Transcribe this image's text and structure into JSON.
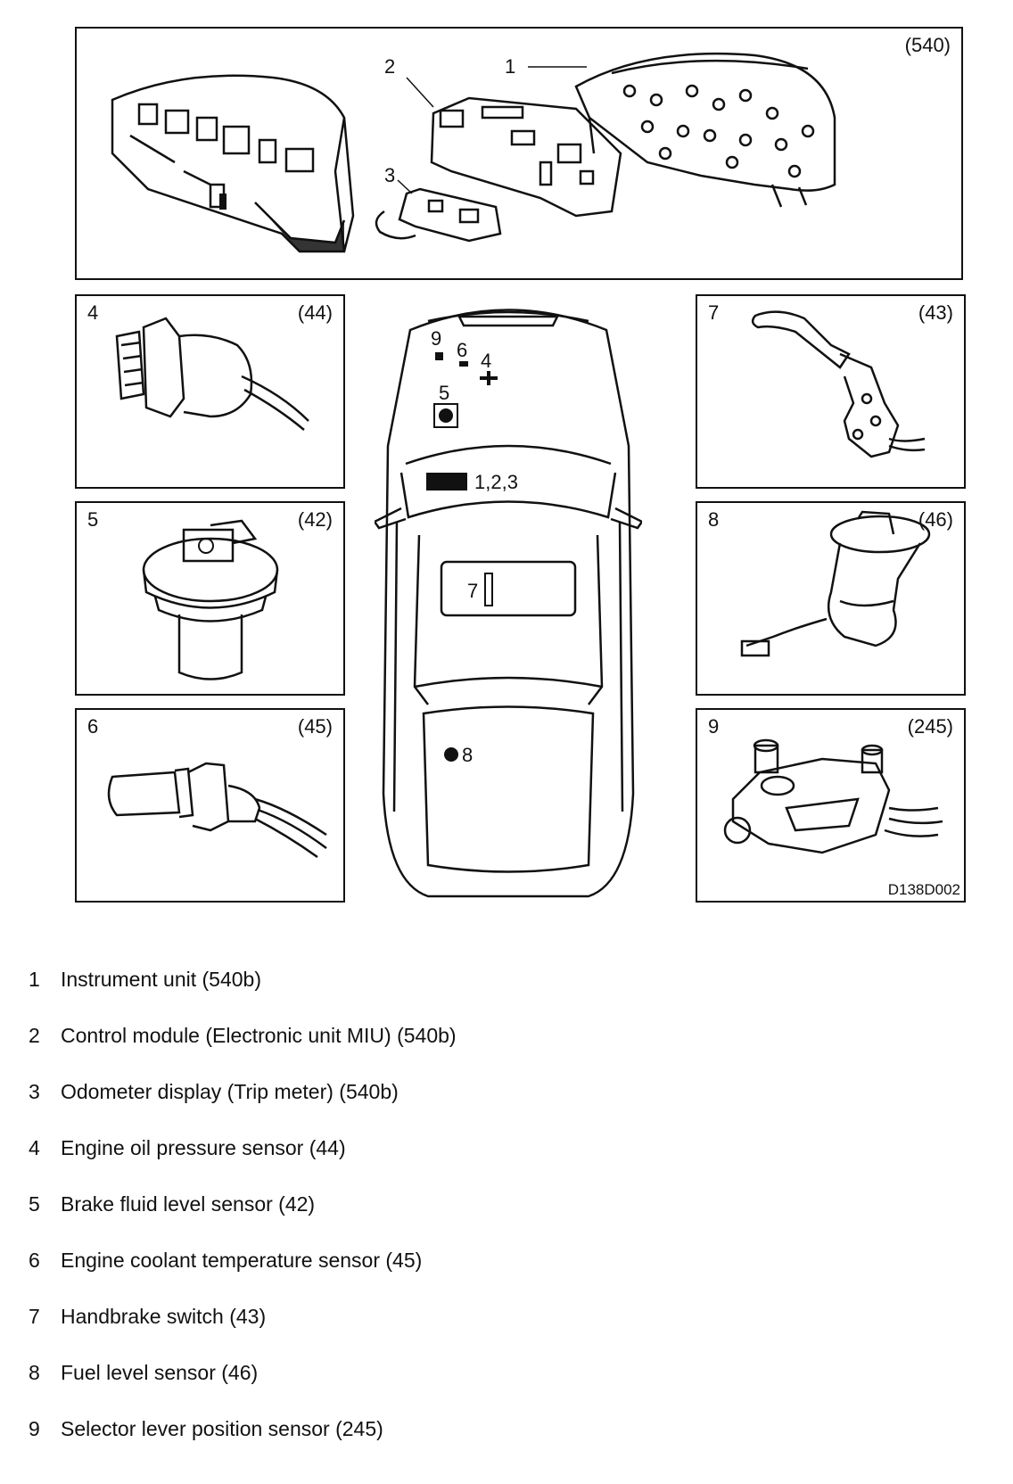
{
  "top_panel": {
    "code": "(540)",
    "callouts": [
      "1",
      "2",
      "3"
    ]
  },
  "panels": [
    {
      "num": "4",
      "code": "(44)"
    },
    {
      "num": "5",
      "code": "(42)"
    },
    {
      "num": "6",
      "code": "(45)"
    },
    {
      "num": "7",
      "code": "(43)"
    },
    {
      "num": "8",
      "code": "(46)"
    },
    {
      "num": "9",
      "code": "(245)"
    }
  ],
  "drawing_id": "D138D002",
  "car_labels": {
    "l9": "9",
    "l6": "6",
    "l4": "4",
    "l5": "5",
    "l123": "1,2,3",
    "l7": "7",
    "l8": "8"
  },
  "legend": [
    {
      "num": "1",
      "text": "Instrument unit (540b)"
    },
    {
      "num": "2",
      "text": "Control module (Electronic unit MIU) (540b)"
    },
    {
      "num": "3",
      "text": "Odometer display (Trip meter) (540b)"
    },
    {
      "num": "4",
      "text": "Engine oil pressure sensor (44)"
    },
    {
      "num": "5",
      "text": "Brake fluid level sensor (42)"
    },
    {
      "num": "6",
      "text": "Engine coolant temperature sensor (45)"
    },
    {
      "num": "7",
      "text": "Handbrake switch (43)"
    },
    {
      "num": "8",
      "text": "Fuel level sensor (46)"
    },
    {
      "num": "9",
      "text": "Selector lever position sensor (245)"
    }
  ]
}
